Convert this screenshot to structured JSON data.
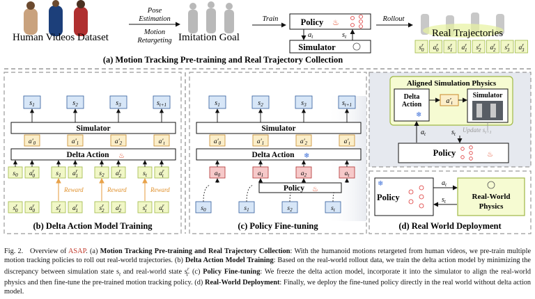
{
  "panel_a": {
    "dataset_label": "Human Videos Dataset",
    "step1_top": "Pose",
    "step1_top2": "Estimation",
    "step1_bottom": "Motion",
    "step1_bottom2": "Retargeting",
    "goal_label": "Imitation Goal",
    "train_label": "Train",
    "policy_label": "Policy",
    "simulator_label": "Simulator",
    "action_label": "a",
    "action_sub": "t",
    "state_label": "s",
    "state_sub": "t",
    "rollout_label": "Rollout",
    "traj_label": "Real Trajectories",
    "traj_tokens": [
      "s₀ʳ",
      "a₀ʳ",
      "s₁ʳ",
      "a₁ʳ",
      "s₂ʳ",
      "a₂ʳ",
      "s₃ʳ",
      "a₃ʳ"
    ],
    "title": "(a) Motion Tracking Pre-training and Real Trajectory Collection"
  },
  "panel_b": {
    "simulator_label": "Simulator",
    "delta_label": "Delta Action",
    "reward_label": "Reward",
    "title": "(b) Delta Action Model Training"
  },
  "panel_c": {
    "simulator_label": "Simulator",
    "delta_label": "Delta Action",
    "policy_label": "Policy",
    "title": "(c) Policy Fine-tuning"
  },
  "panel_aligned": {
    "title": "Aligned Simulation Physics",
    "delta_label": "Delta Action",
    "simulator_label": "Simulator",
    "update_label": "Update",
    "policy_label": "Policy"
  },
  "panel_d": {
    "policy_label": "Policy",
    "physics_label1": "Real-World",
    "physics_label2": "Physics",
    "title": "(d) Real World Deployment"
  },
  "caption": {
    "fig_no": "Fig. 2.",
    "intro": "Overview of ",
    "asap": "ASAP",
    "intro2": ". (a) ",
    "a_bold": "Motion Tracking Pre-training and Real Trajectory Collection",
    "a_text": ": With the humanoid motions retargeted from human videos, we pre-train multiple motion tracking policies to roll out real-world trajectories. (b) ",
    "b_bold": "Delta Action Model Training",
    "b_text": ": Based on the real-world rollout data, we train the delta action model by minimizing the discrepancy between simulation state s",
    "b_text2": " and real-world state s",
    "b_text3": ". (c) ",
    "c_bold": "Policy Fine-tuning",
    "c_text": ": We freeze the delta action model, incorporate it into the simulator to align the real-world physics and then fine-tune the pre-trained motion tracking policy. (d) ",
    "d_bold": "Real-World Deployment",
    "d_text": ": Finally, we deploy the fine-tuned policy directly in the real world without delta action model."
  }
}
